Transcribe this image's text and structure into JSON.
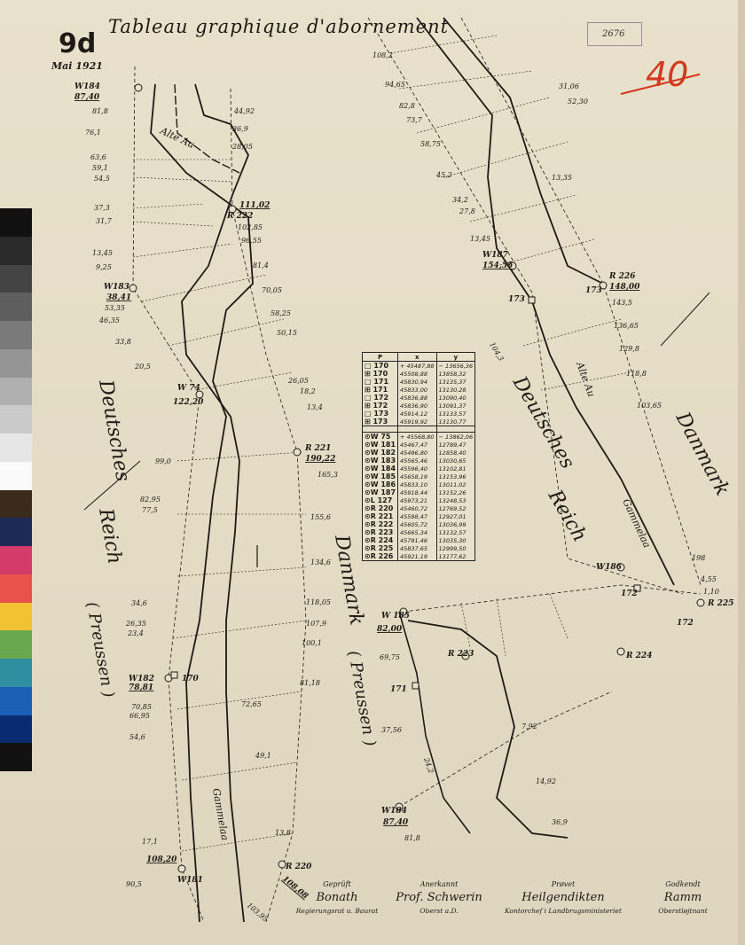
{
  "header": {
    "sheet_no": "9d",
    "date": "Mai 1921",
    "title": "Tableau graphique d'abornement",
    "stamp_number": "2676",
    "red_mark": "40"
  },
  "regions": {
    "left_country_1": "Deutsches",
    "left_country_2": "Reich",
    "left_province": "( Preussen )",
    "right_country": "Danmark",
    "right_province": "( Preussen )",
    "right_map_left_country_1": "Deutsches",
    "right_map_left_country_2": "Reich",
    "right_map_right_country": "Danmark",
    "old_river_1": "Alte Au",
    "old_river_2": "Alte Au",
    "river_1": "Gammelaa",
    "river_2": "Gammelaa"
  },
  "points": {
    "W184": "W184",
    "W184_val": "87,40",
    "R222": "R 222",
    "R222_val": "111,02",
    "W183": "W183",
    "W183_val": "38,41",
    "W74": "W 74",
    "W74_val": "122,20",
    "R221": "R 221",
    "R221_val": "190,22",
    "W182": "W182",
    "W182_val": "78,81",
    "P170": "170",
    "R220": "R 220",
    "R220_val": "108,08",
    "W181": "W181",
    "W181_val": "108,20",
    "W185": "W 185",
    "W185_val": "82,00",
    "P171": "171",
    "R223": "R 223",
    "W184b": "W184",
    "W184b_val": "87,40",
    "P173": "173",
    "P173b": "173",
    "W187": "W187",
    "W187_val": "154,55",
    "R226": "R 226",
    "R226_val": "148,00",
    "W186": "W186",
    "P172": "172",
    "P172b": "172",
    "R225": "R 225",
    "R224": "R 224"
  },
  "measures": {
    "m1": "44,92",
    "m2": "36,9",
    "m3": "28,05",
    "m4": "102,85",
    "m5": "96,55",
    "m6": "81,4",
    "m7": "70,05",
    "m8": "58,25",
    "m9": "50,15",
    "m10": "26,05",
    "m11": "18,2",
    "m12": "13,4",
    "m13": "165,3",
    "m14": "155,6",
    "m15": "134,6",
    "m16": "118,05",
    "m17": "107,9",
    "m18": "100,1",
    "m19": "81,18",
    "m20": "72,65",
    "m21": "49,1",
    "m22": "13,8",
    "m23": "103,95",
    "m24": "81,8",
    "m25": "76,1",
    "m26": "63,6",
    "m27": "59,1",
    "m28": "54,5",
    "m29": "37,3",
    "m30": "31,7",
    "m31": "13,45",
    "m32": "9,25",
    "m33": "53,35",
    "m34": "46,35",
    "m35": "33,8",
    "m36": "20,5",
    "m37": "99,0",
    "m38": "82,95",
    "m39": "77,5",
    "m40": "34,6",
    "m41": "26,35",
    "m42": "23,4",
    "m43": "70,85",
    "m44": "66,95",
    "m45": "54,6",
    "m46": "17,1",
    "m47": "90,5",
    "m48": "108,2",
    "m49": "94,65",
    "m50": "82,8",
    "m51": "73,7",
    "m52": "58,75",
    "m53": "45,2",
    "m54": "34,2",
    "m55": "27,8",
    "m56": "13,45",
    "m57": "31,06",
    "m58": "52,30",
    "m59": "13,35",
    "m60": "143,5",
    "m61": "136,65",
    "m62": "129,8",
    "m63": "118,8",
    "m64": "103,65",
    "m65": "104,3",
    "m66": "198",
    "m67": "4,55",
    "m68": "1,10",
    "m69": "69,75",
    "m70": "37,56",
    "m71": "24,2",
    "m72": "7,92",
    "m73": "14,92",
    "m74": "36,9",
    "m75": "81,8"
  },
  "coordinate_table": {
    "headers": [
      "P",
      "x",
      "y"
    ],
    "group1": [
      {
        "p": "□ 170",
        "x": "+ 45487,88",
        "y": "− 13656,36"
      },
      {
        "p": "⊞ 170",
        "x": "45508,88",
        "y": "13858,32"
      },
      {
        "p": "□ 171",
        "x": "45830,94",
        "y": "13135,37"
      },
      {
        "p": "⊞ 171",
        "x": "45833,00",
        "y": "13130,28"
      },
      {
        "p": "□ 172",
        "x": "45836,88",
        "y": "13090,40"
      },
      {
        "p": "⊞ 172",
        "x": "45836,90",
        "y": "13091,37"
      },
      {
        "p": "□ 173",
        "x": "45914,12",
        "y": "13133,57"
      },
      {
        "p": "⊞ 173",
        "x": "45919,92",
        "y": "13130,77"
      }
    ],
    "group2": [
      {
        "p": "⊙W 75",
        "x": "+ 45568,80",
        "y": "− 13862,06"
      },
      {
        "p": "⊙W 181",
        "x": "45467,47",
        "y": "12789,47"
      },
      {
        "p": "⊙W 182",
        "x": "45496,80",
        "y": "12858,40"
      },
      {
        "p": "⊙W 183",
        "x": "45565,46",
        "y": "13030,65"
      },
      {
        "p": "⊙W 184",
        "x": "45596,40",
        "y": "13102,81"
      },
      {
        "p": "⊙W 185",
        "x": "45658,19",
        "y": "13153,96"
      },
      {
        "p": "⊙W 186",
        "x": "45833,10",
        "y": "13011,02"
      },
      {
        "p": "⊙W 187",
        "x": "45918,44",
        "y": "13152,26"
      },
      {
        "p": "⊙L 127",
        "x": "45973,21",
        "y": "13248,53"
      },
      {
        "p": "⊙R 220",
        "x": "45460,72",
        "y": "12769,52"
      },
      {
        "p": "⊙R 221",
        "x": "45598,47",
        "y": "12927,01"
      },
      {
        "p": "⊙R 222",
        "x": "45605,72",
        "y": "13036,99"
      },
      {
        "p": "⊙R 223",
        "x": "45665,34",
        "y": "13132,57"
      },
      {
        "p": "⊙R 224",
        "x": "45791,46",
        "y": "13035,30"
      },
      {
        "p": "⊙R 225",
        "x": "45837,65",
        "y": "12999,50"
      },
      {
        "p": "⊙R 226",
        "x": "45921,19",
        "y": "13177,62"
      }
    ]
  },
  "signatures": [
    {
      "heading": "Geprüft",
      "name": "Bonath",
      "role": "Regierungsrat u. Baurat"
    },
    {
      "heading": "Anerkannt",
      "name": "Prof. Schwerin",
      "role": "Oberst a.D."
    },
    {
      "heading": "Prøvet",
      "name": "Heilgendikten",
      "role": "Kontorchef i Landbrugsministeriet"
    },
    {
      "heading": "Godkendt",
      "name": "Ramm",
      "role": "Oberstløjtnant"
    }
  ],
  "colors": {
    "paper": "#e4ddc6",
    "ink": "#1e1a15",
    "red_pencil": "#d2391f"
  }
}
